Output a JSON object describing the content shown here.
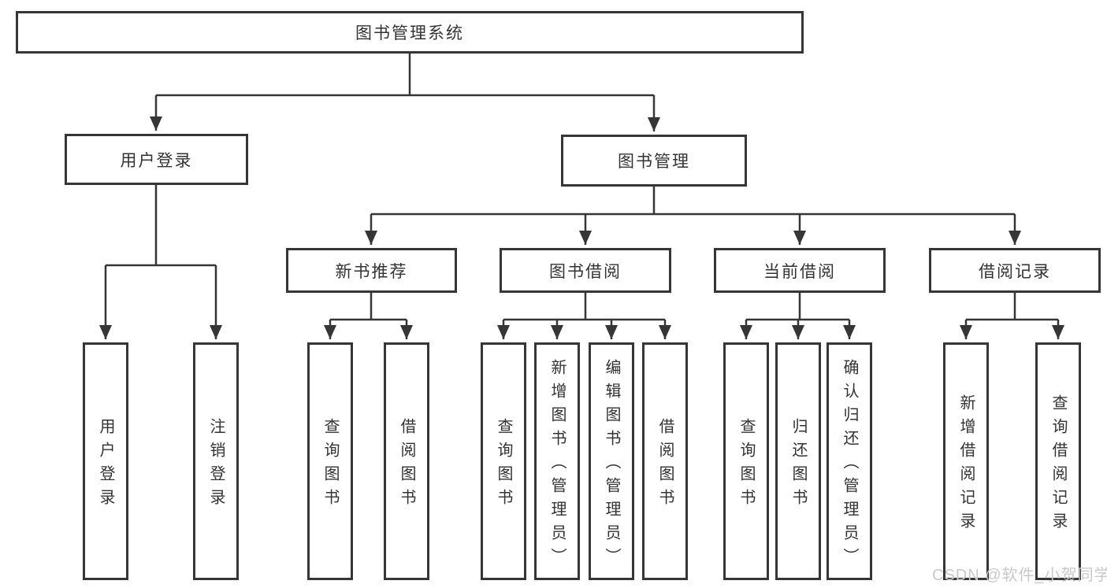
{
  "tree": {
    "label": "图书管理系统",
    "children": [
      {
        "label": "用户登录",
        "children": [
          {
            "label": "用户登录"
          },
          {
            "label": "注销登录"
          }
        ]
      },
      {
        "label": "图书管理",
        "children": [
          {
            "label": "新书推荐",
            "children": [
              {
                "label": "查询图书"
              },
              {
                "label": "借阅图书"
              }
            ]
          },
          {
            "label": "图书借阅",
            "children": [
              {
                "label": "查询图书"
              },
              {
                "label": "新增图书（管理员）"
              },
              {
                "label": "编辑图书（管理员）"
              },
              {
                "label": "借阅图书"
              }
            ]
          },
          {
            "label": "当前借阅",
            "children": [
              {
                "label": "查询图书"
              },
              {
                "label": "归还图书"
              },
              {
                "label": "确认归还（管理员）"
              }
            ]
          },
          {
            "label": "借阅记录",
            "children": [
              {
                "label": "新增借阅记录"
              },
              {
                "label": "查询借阅记录"
              }
            ]
          }
        ]
      }
    ]
  },
  "watermark": {
    "text": "CSDN @软件_小贺同学"
  },
  "colors": {
    "line": "#363636",
    "box_border": "#363636",
    "text": "#333333",
    "background": "#ffffff",
    "watermark": "#c9c9c9"
  }
}
